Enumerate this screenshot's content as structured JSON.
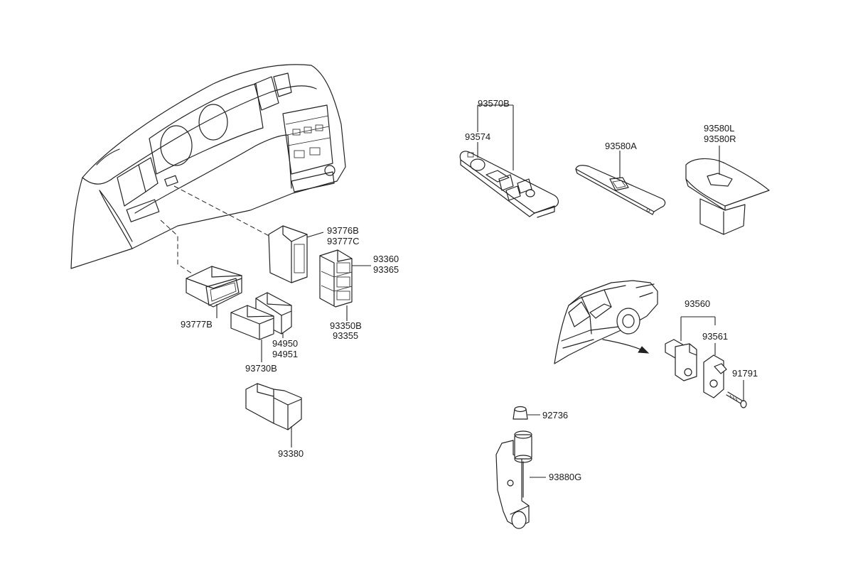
{
  "labels": {
    "p93776b": "93776B",
    "p93777c": "93777C",
    "p93360": "93360",
    "p93365": "93365",
    "p93350b": "93350B",
    "p93355": "93355",
    "p93777b": "93777B",
    "p94950": "94950",
    "p94951": "94951",
    "p93730b": "93730B",
    "p93380": "93380",
    "p93570b": "93570B",
    "p93574": "93574",
    "p93580a": "93580A",
    "p93580l": "93580L",
    "p93580r": "93580R",
    "p93560": "93560",
    "p93561": "93561",
    "p91791": "91791",
    "p92736": "92736",
    "p93880g": "93880G"
  }
}
